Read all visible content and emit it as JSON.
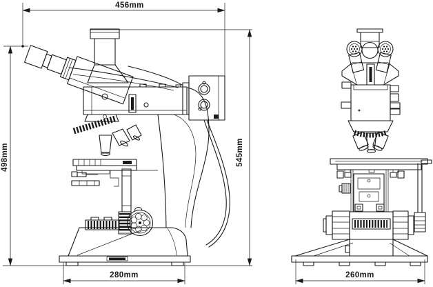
{
  "drawing": {
    "type": "technical-dimension-drawing",
    "subject": "trinocular metallurgical microscope, side view and front view",
    "colors": {
      "ink": "#1a1a1a",
      "background": "#ffffff"
    }
  },
  "dimensions": {
    "top_width": "456mm",
    "left_height": "498mm",
    "right_height": "545mm",
    "side_base": "280mm",
    "front_base": "260mm"
  }
}
